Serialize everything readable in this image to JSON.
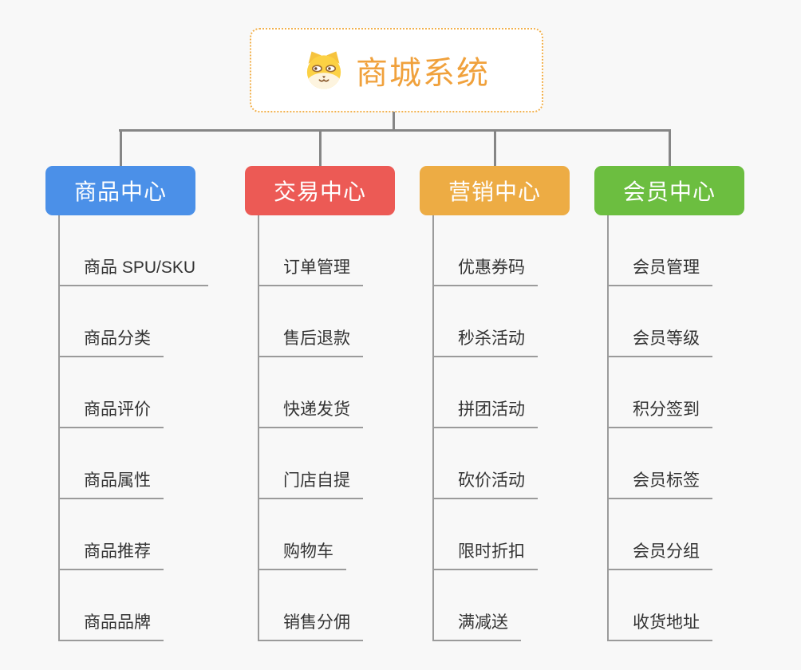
{
  "root": {
    "title": "商城系统",
    "icon": "dog-face-icon",
    "title_color": "#F0A13C",
    "border_color": "#F2B14E"
  },
  "branches": [
    {
      "label": "商品中心",
      "color": "#4B90E8",
      "children": [
        "商品 SPU/SKU",
        "商品分类",
        "商品评价",
        "商品属性",
        "商品推荐",
        "商品品牌"
      ]
    },
    {
      "label": "交易中心",
      "color": "#EC5A55",
      "children": [
        "订单管理",
        "售后退款",
        "快递发货",
        "门店自提",
        "购物车",
        "销售分佣"
      ]
    },
    {
      "label": "营销中心",
      "color": "#EDAC44",
      "children": [
        "优惠券码",
        "秒杀活动",
        "拼团活动",
        "砍价活动",
        "限时折扣",
        "满减送"
      ]
    },
    {
      "label": "会员中心",
      "color": "#6CBE40",
      "children": [
        "会员管理",
        "会员等级",
        "积分签到",
        "会员标签",
        "会员分组",
        "收货地址"
      ]
    }
  ],
  "connector_color": "#868686",
  "branch_line_color": "#9B9B9B"
}
